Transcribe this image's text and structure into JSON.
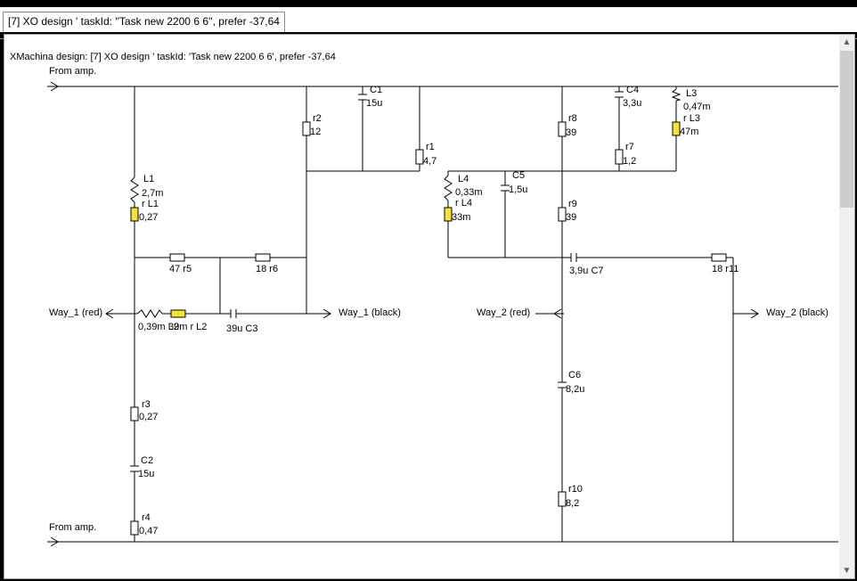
{
  "window": {
    "tab_label": "[7] XO design ' taskId: ''Task new 2200 6 6'', prefer -37,64"
  },
  "scrollbar": {
    "up_icon": "▲",
    "down_icon": "▼"
  },
  "design": {
    "title": "XMachina design: [7] XO design ' taskId: 'Task new 2200 6 6', prefer -37,64",
    "inputs": {
      "top": "From amp.",
      "bottom": "From amp."
    },
    "outputs": {
      "way1_red": "Way_1 (red)",
      "way1_black": "Way_1 (black)",
      "way2_red": "Way_2 (red)",
      "way2_black": "Way_2 (black)"
    },
    "components": {
      "L1": {
        "name": "L1",
        "value": "2,7m"
      },
      "rL1": {
        "name": "r L1",
        "value": "0,27"
      },
      "r5": {
        "label": "47 r5"
      },
      "r6": {
        "label": "18 r6"
      },
      "L2": {
        "label": "0,39m L2"
      },
      "rL2": {
        "label": "39m r L2"
      },
      "C3": {
        "label": "39u C3"
      },
      "r3": {
        "name": "r3",
        "value": "0,27"
      },
      "C2": {
        "name": "C2",
        "value": "15u"
      },
      "r4": {
        "name": "r4",
        "value": "0,47"
      },
      "r2": {
        "name": "r2",
        "value": "12"
      },
      "C1": {
        "name": "C1",
        "value": "15u"
      },
      "r1": {
        "name": "r1",
        "value": "4,7"
      },
      "L4": {
        "name": "L4",
        "value": "0,33m"
      },
      "rL4": {
        "name": "r L4",
        "value": "33m"
      },
      "C5": {
        "name": "C5",
        "value": "1,5u"
      },
      "r8": {
        "name": "r8",
        "value": "39"
      },
      "r9": {
        "name": "r9",
        "value": "39"
      },
      "C7": {
        "label": "3,9u C7"
      },
      "r11": {
        "label": "18 r11"
      },
      "C4": {
        "name": "C4",
        "value": "3,3u"
      },
      "r7": {
        "name": "r7",
        "value": "1,2"
      },
      "L3": {
        "name": "L3",
        "value": "0,47m"
      },
      "rL3": {
        "name": "r L3",
        "value": "47m"
      },
      "C6": {
        "name": "C6",
        "value": "8,2u"
      },
      "r10": {
        "name": "r10",
        "value": "8,2"
      }
    },
    "colors": {
      "inductor_resistance_fill": "#f2e33a",
      "wire": "#000000"
    }
  }
}
